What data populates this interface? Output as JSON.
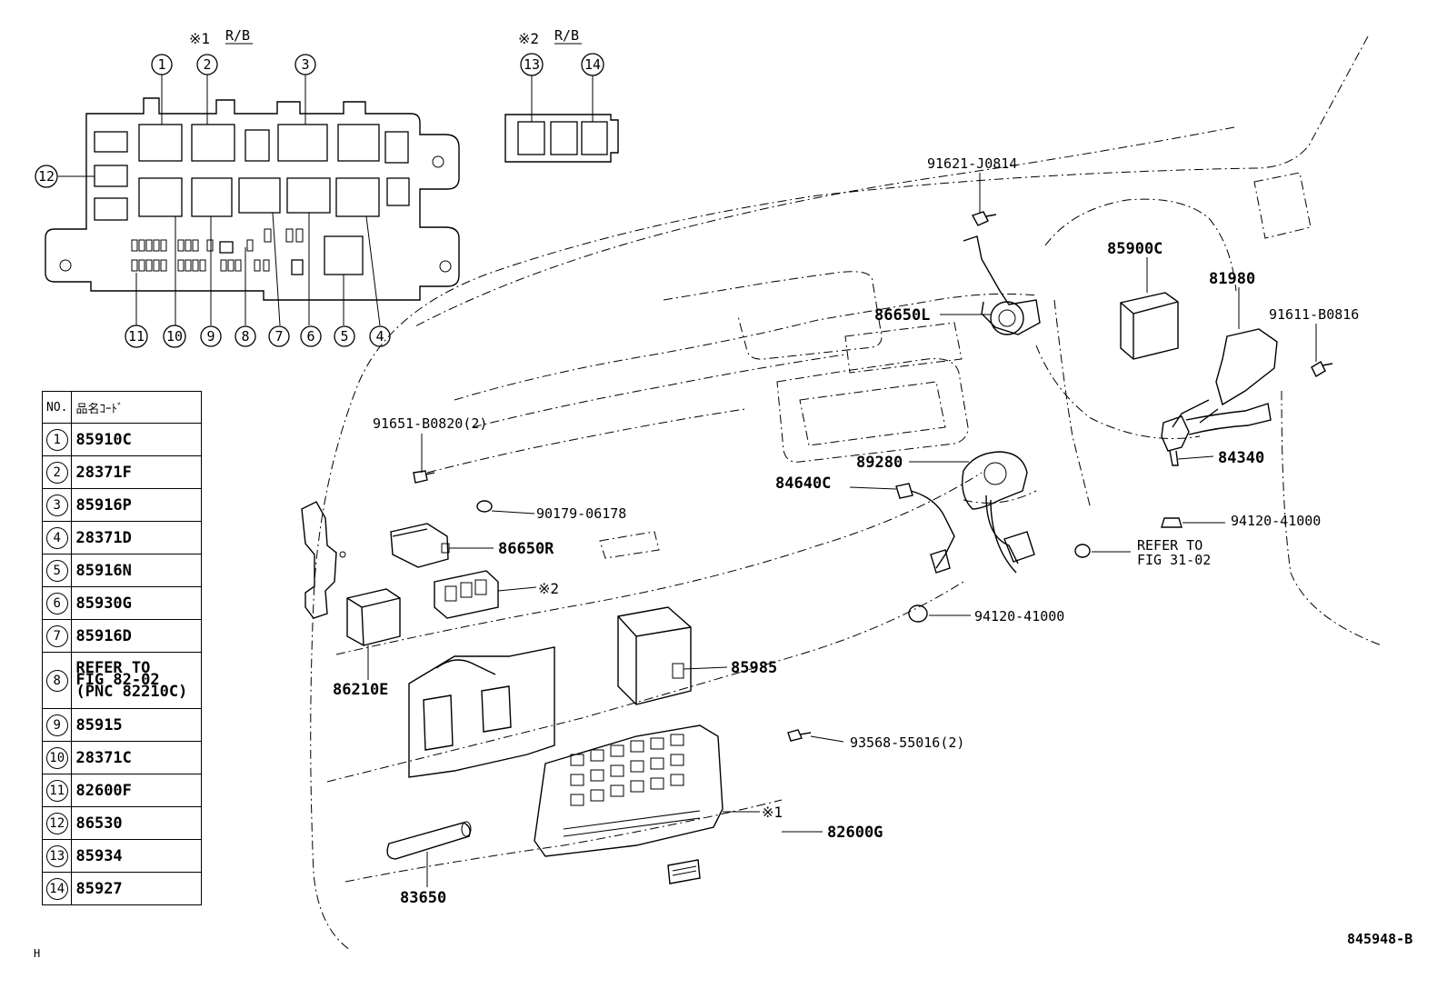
{
  "rb_groups": {
    "rb1": {
      "mark": "※1",
      "label": "R/B"
    },
    "rb2": {
      "mark": "※2",
      "label": "R/B"
    }
  },
  "callouts": [
    "1",
    "2",
    "3",
    "4",
    "5",
    "6",
    "7",
    "8",
    "9",
    "10",
    "11",
    "12",
    "13",
    "14"
  ],
  "table": {
    "header_no": "NO.",
    "header_name": "品名ｺｰﾄﾞ",
    "rows": [
      {
        "no": "1",
        "code": "85910C"
      },
      {
        "no": "2",
        "code": "28371F"
      },
      {
        "no": "3",
        "code": "85916P"
      },
      {
        "no": "4",
        "code": "28371D"
      },
      {
        "no": "5",
        "code": "85916N"
      },
      {
        "no": "6",
        "code": "85930G"
      },
      {
        "no": "7",
        "code": "85916D"
      },
      {
        "no": "8",
        "code_lines": [
          "REFER TO",
          "FIG 82-02",
          "(PNC 82210C)"
        ]
      },
      {
        "no": "9",
        "code": "85915"
      },
      {
        "no": "10",
        "code": "28371C"
      },
      {
        "no": "11",
        "code": "82600F"
      },
      {
        "no": "12",
        "code": "86530"
      },
      {
        "no": "13",
        "code": "85934"
      },
      {
        "no": "14",
        "code": "85927"
      }
    ]
  },
  "part_labels": {
    "p91621": "91621-J0814",
    "p85900c": "85900C",
    "p81980": "81980",
    "p86650l": "86650L",
    "p91611": "91611-B0816",
    "p91651": "91651-B0820(2)",
    "p89280": "89280",
    "p84640c": "84640C",
    "p84340": "84340",
    "p90179": "90179-06178",
    "p86650r": "86650R",
    "p94120a": "94120-41000",
    "refer_fig31_line1": "REFER TO",
    "refer_fig31_line2": "FIG 31-02",
    "p2mark": "※2",
    "p94120b": "94120-41000",
    "p85985": "85985",
    "p86210e": "86210E",
    "p93568": "93568-55016(2)",
    "p1mark": "※1",
    "p82600g": "82600G",
    "p83650": "83650"
  },
  "figure_id": "845948-B",
  "corner_mark": "H"
}
